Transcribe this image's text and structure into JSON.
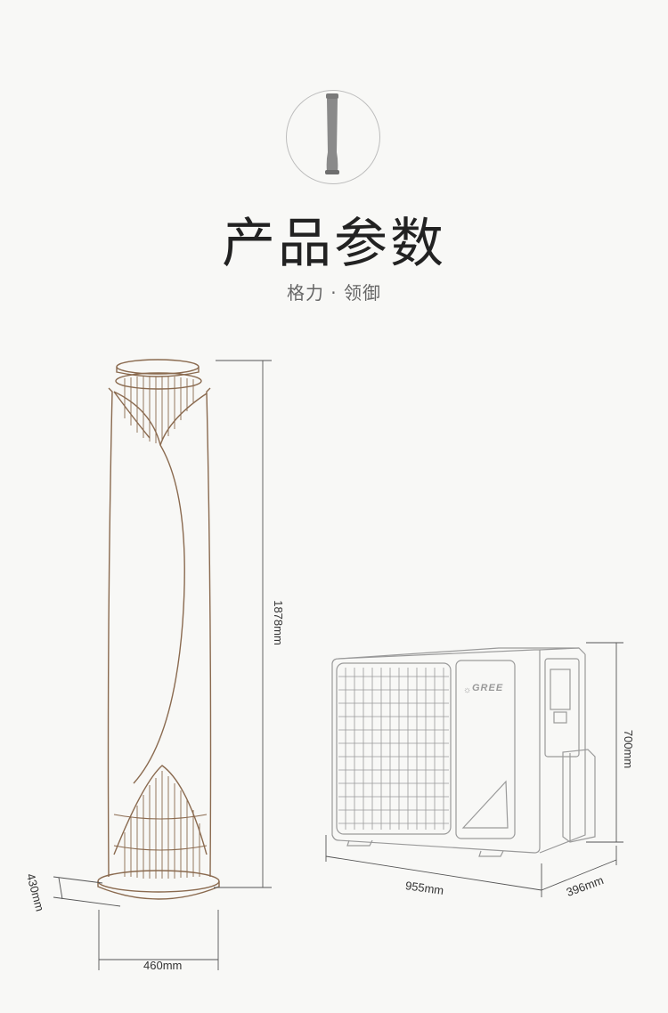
{
  "header": {
    "title": "产品参数",
    "subtitle": "格力 · 领御"
  },
  "indoor_unit": {
    "height_label": "1878mm",
    "base_height_label": "430mm",
    "width_label": "460mm"
  },
  "outdoor_unit": {
    "brand": "GREE",
    "width_label": "955mm",
    "depth_label": "396mm",
    "height_label": "700mm"
  },
  "colors": {
    "background": "#f8f8f6",
    "indoor_outline": "#8a6a4f",
    "outdoor_outline": "#9a9a9a",
    "dimension_line": "#555555"
  }
}
